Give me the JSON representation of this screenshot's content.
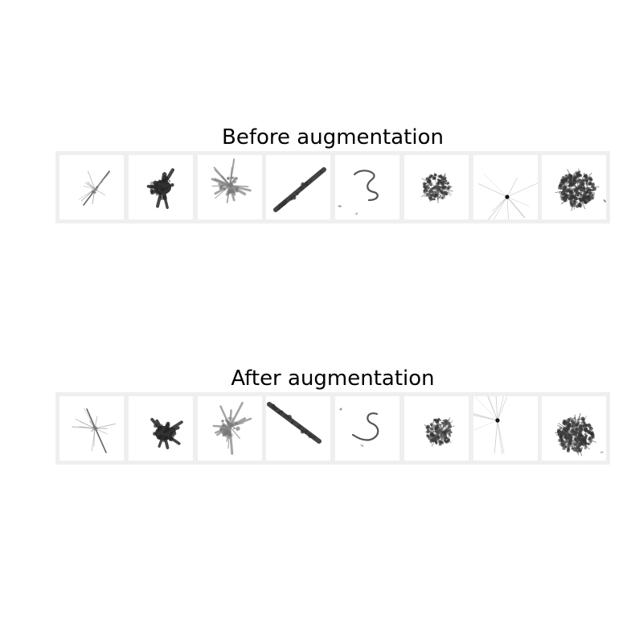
{
  "panels": [
    {
      "title": "Before augmentation",
      "thumbnails": [
        "thin-star-blur",
        "dark-splat",
        "gray-star-burst",
        "diagonal-streak",
        "curly-squiggle",
        "dense-blob",
        "faint-radial-lines",
        "large-dense-blob"
      ]
    },
    {
      "title": "After augmentation",
      "thumbnails": [
        "thin-star-blur",
        "dark-splat",
        "gray-star-burst",
        "diagonal-streak",
        "curly-squiggle",
        "dense-blob",
        "faint-radial-lines",
        "large-dense-blob"
      ]
    }
  ]
}
